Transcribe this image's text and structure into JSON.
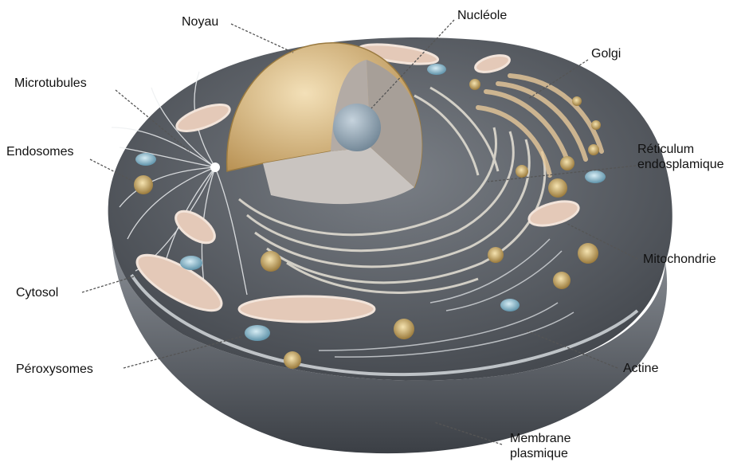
{
  "labels": {
    "noyau": "Noyau",
    "nucleole": "Nucléole",
    "golgi": "Golgi",
    "microtubules": "Microtubules",
    "endosomes": "Endosomes",
    "reticulum_line1": "Réticulum",
    "reticulum_line2": "endosplamique",
    "mitochondrie": "Mitochondrie",
    "cytosol": "Cytosol",
    "peroxysomes": "Péroxysomes",
    "actine": "Actine",
    "membrane_line1": "Membrane",
    "membrane_line2": "plasmique"
  },
  "colors": {
    "cell_body": "#5d6268",
    "cell_top": "#4a4f55",
    "membrane_rim": "#c9ced3",
    "nucleus": "#d9b77c",
    "nucleolus": "#8ea3b3",
    "organelle_gold": "#c8a060",
    "organelle_blue": "#8cb8cc",
    "leader_line": "#555555"
  }
}
